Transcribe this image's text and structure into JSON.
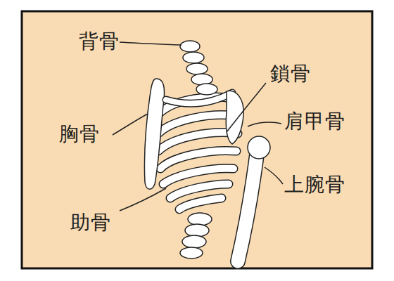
{
  "diagram": {
    "labels": [
      "背骨",
      "鎖骨",
      "胸骨",
      "肩甲骨",
      "上腕骨",
      "助骨"
    ]
  }
}
